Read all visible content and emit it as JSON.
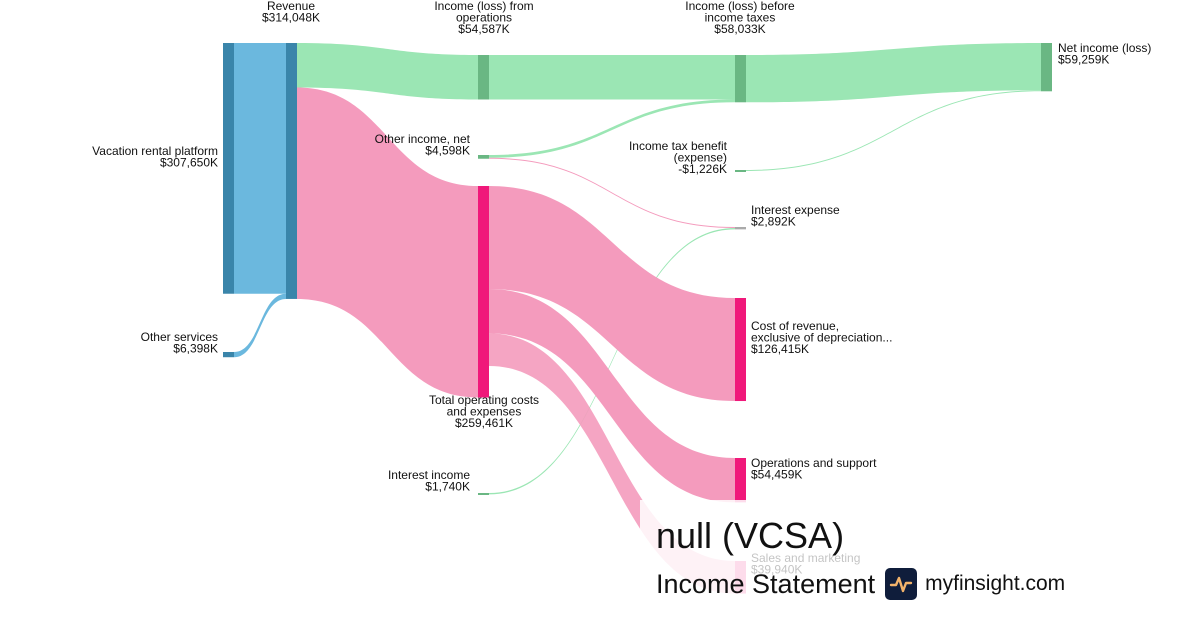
{
  "brand": {
    "company": "null (VCSA)",
    "subtitle": "Income Statement",
    "site": "myfinsight.com",
    "logo_icon": "pulse-chart-icon"
  },
  "chart_data": {
    "type": "sankey",
    "title": "Income Statement",
    "units": "USD thousands",
    "colors": {
      "revenue": "#6bb8de",
      "revenue_node": "#3a85aa",
      "profit_link": "#9be6b4",
      "profit_node": "#6ab783",
      "cost_link": "#f49bbd",
      "cost_node": "#f0187a",
      "interest_expense_node": "#aaaaaa"
    },
    "nodes": [
      {
        "id": "vacation",
        "label": "Vacation rental platform",
        "value_label": "$307,650K",
        "value": 307650,
        "column": 0,
        "kind": "revenue"
      },
      {
        "id": "other_services",
        "label": "Other services",
        "value_label": "$6,398K",
        "value": 6398,
        "column": 0,
        "kind": "revenue"
      },
      {
        "id": "revenue",
        "label": "Revenue",
        "value_label": "$314,048K",
        "value": 314048,
        "column": 1,
        "kind": "revenue"
      },
      {
        "id": "op_income",
        "label": "Income (loss) from operations",
        "value_label": "$54,587K",
        "value": 54587,
        "column": 2,
        "kind": "profit"
      },
      {
        "id": "other_income",
        "label": "Other income, net",
        "value_label": "$4,598K",
        "value": 4598,
        "column": 2,
        "kind": "profit"
      },
      {
        "id": "total_costs",
        "label": "Total operating costs and expenses",
        "value_label": "$259,461K",
        "value": 259461,
        "column": 2,
        "kind": "cost"
      },
      {
        "id": "interest_income",
        "label": "Interest income",
        "value_label": "$1,740K",
        "value": 1740,
        "column": 2,
        "kind": "profit"
      },
      {
        "id": "pretax",
        "label": "Income (loss) before income taxes",
        "value_label": "$58,033K",
        "value": 58033,
        "column": 3,
        "kind": "profit"
      },
      {
        "id": "tax",
        "label": "Income tax benefit (expense)",
        "value_label": "-$1,226K",
        "value": -1226,
        "column": 3,
        "kind": "profit"
      },
      {
        "id": "interest_expense",
        "label": "Interest expense",
        "value_label": "$2,892K",
        "value": 2892,
        "column": 3,
        "kind": "cost"
      },
      {
        "id": "cost_of_revenue",
        "label": "Cost of revenue, exclusive of depreciation...",
        "value_label": "$126,415K",
        "value": 126415,
        "column": 3,
        "kind": "cost"
      },
      {
        "id": "ops_support",
        "label": "Operations and support",
        "value_label": "$54,459K",
        "value": 54459,
        "column": 3,
        "kind": "cost"
      },
      {
        "id": "sales_marketing",
        "label": "Sales and marketing",
        "value_label": "$39,940K",
        "value": 39940,
        "column": 3,
        "kind": "cost"
      },
      {
        "id": "net_income",
        "label": "Net income (loss)",
        "value_label": "$59,259K",
        "value": 59259,
        "column": 4,
        "kind": "profit"
      }
    ],
    "links": [
      {
        "source": "vacation",
        "target": "revenue",
        "value": 307650,
        "kind": "revenue"
      },
      {
        "source": "other_services",
        "target": "revenue",
        "value": 6398,
        "kind": "revenue"
      },
      {
        "source": "revenue",
        "target": "op_income",
        "value": 54587,
        "kind": "profit"
      },
      {
        "source": "revenue",
        "target": "total_costs",
        "value": 259461,
        "kind": "cost"
      },
      {
        "source": "op_income",
        "target": "pretax",
        "value": 54587,
        "kind": "profit"
      },
      {
        "source": "other_income",
        "target": "pretax",
        "value": 3446,
        "kind": "profit"
      },
      {
        "source": "other_income",
        "target": "interest_expense",
        "value": 1152,
        "kind": "cost"
      },
      {
        "source": "interest_income",
        "target": "interest_expense",
        "value": 1740,
        "kind": "profit"
      },
      {
        "source": "total_costs",
        "target": "cost_of_revenue",
        "value": 126415,
        "kind": "cost"
      },
      {
        "source": "total_costs",
        "target": "ops_support",
        "value": 54459,
        "kind": "cost"
      },
      {
        "source": "total_costs",
        "target": "sales_marketing",
        "value": 39940,
        "kind": "cost"
      },
      {
        "source": "pretax",
        "target": "net_income",
        "value": 58033,
        "kind": "profit"
      },
      {
        "source": "tax",
        "target": "net_income",
        "value": 1226,
        "kind": "profit"
      }
    ]
  }
}
